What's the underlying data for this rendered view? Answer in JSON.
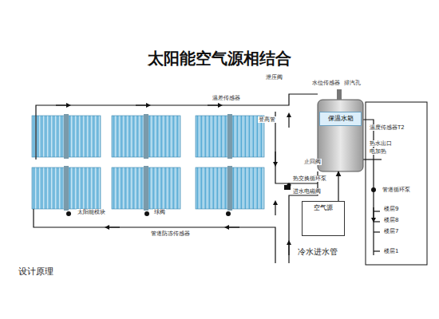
{
  "diagram": {
    "title": "太阳能空气源相结合",
    "nodes": [
      {
        "text": [
          "保温水箱"
        ]
      },
      {
        "text": [
          "空气源"
        ]
      }
    ],
    "edges": [
      {
        "from": 1,
        "to": 0,
        "arrow": "to"
      }
    ],
    "labels": [
      "温差传感器",
      "泄压阀",
      "水位传感器",
      "排汽孔",
      "登高管",
      "温度传感器T2",
      "热水出口",
      "电加热",
      "止回阀",
      "热交换循环泵",
      "进水电磁阀",
      "管道循环泵",
      "太阳能模块",
      "球阀",
      "管道防冻传感器",
      "冷水进水管",
      "楼层9",
      "楼层8",
      "楼层7",
      "楼层1",
      "设计原理"
    ]
  }
}
